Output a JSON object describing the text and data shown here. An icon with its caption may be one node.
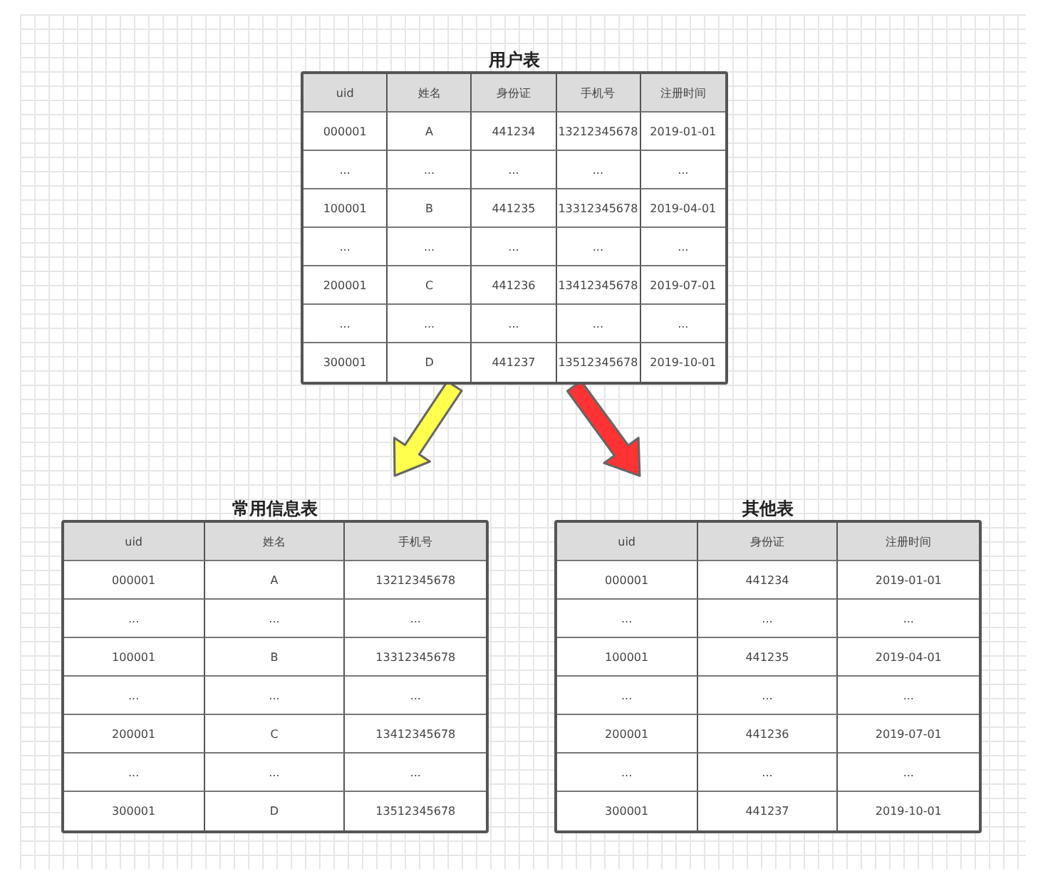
{
  "diagram": {
    "nodes": [
      {
        "text": [
          "用户表"
        ]
      },
      {
        "text": [
          "常用信息表"
        ]
      },
      {
        "text": [
          "其他表"
        ]
      }
    ],
    "edges": [
      {
        "from": 0,
        "to": 1,
        "arrow": "to",
        "color": "#ffff4d"
      },
      {
        "from": 0,
        "to": 2,
        "arrow": "to",
        "color": "#ff3333"
      }
    ],
    "labels": [
      "uid",
      "姓名",
      "身份证",
      "手机号",
      "注册时间",
      "000001",
      "A",
      "441234",
      "13212345678",
      "2019-01-01",
      "...",
      "...",
      "...",
      "...",
      "...",
      "100001",
      "B",
      "441235",
      "13312345678",
      "2019-04-01",
      "...",
      "...",
      "...",
      "...",
      "...",
      "200001",
      "C",
      "441236",
      "13412345678",
      "2019-07-01",
      "...",
      "...",
      "...",
      "...",
      "...",
      "300001",
      "D",
      "441237",
      "13512345678",
      "2019-10-01",
      "uid",
      "姓名",
      "手机号",
      "000001",
      "A",
      "13212345678",
      "...",
      "...",
      "...",
      "100001",
      "B",
      "13312345678",
      "...",
      "...",
      "...",
      "200001",
      "C",
      "13412345678",
      "...",
      "...",
      "...",
      "300001",
      "D",
      "13512345678",
      "uid",
      "身份证",
      "注册时间",
      "000001",
      "441234",
      "2019-01-01",
      "...",
      "...",
      "...",
      "100001",
      "441235",
      "2019-04-01",
      "...",
      "...",
      "...",
      "200001",
      "441236",
      "2019-07-01",
      "...",
      "...",
      "...",
      "300001",
      "441237",
      "2019-10-01"
    ]
  }
}
